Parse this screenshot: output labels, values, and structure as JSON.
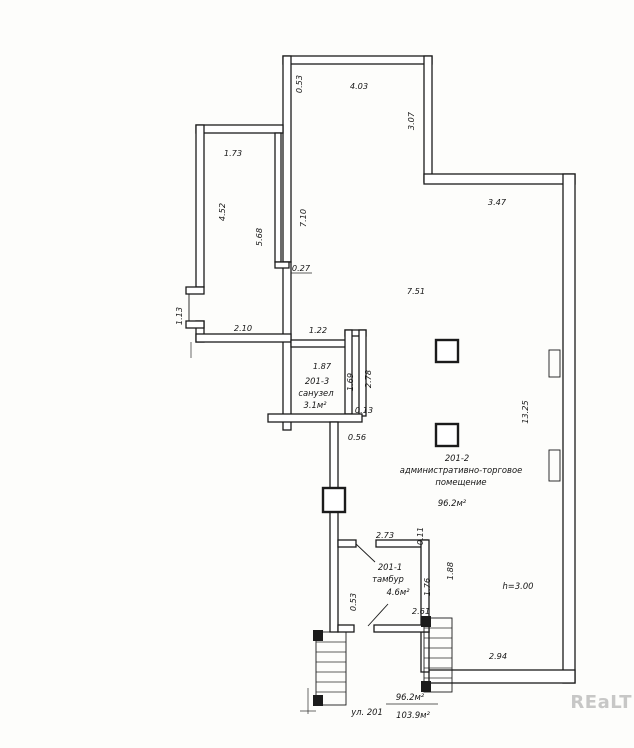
{
  "watermark": "REaLT",
  "rooms": {
    "wc": {
      "id": "201-3",
      "name": "санузел",
      "area": "3.1м²"
    },
    "main": {
      "id": "201-2",
      "name_line1": "административно-торговое",
      "name_line2": "помещение",
      "area": "96.2м²"
    },
    "vestibule": {
      "id": "201-1",
      "name": "тамбур",
      "area": "4.6м²"
    }
  },
  "notes": {
    "ceiling_height": "h=3.00"
  },
  "footer": {
    "street": "ул. 201",
    "area_main": "96.2м²",
    "area_total": "103.9м²"
  },
  "dims": {
    "parapet": "0.53",
    "top_width": "4.03",
    "upper_right_wall": "3.07",
    "tl_room_width": "1.73",
    "tl_room_height": "4.52",
    "corridor_height": "5.68",
    "upper_left_wall": "7.10",
    "upper_right_width": "3.47",
    "wall_jog": "0.27",
    "hall_top_width": "7.51",
    "left_opening": "1.13",
    "corridor_width": "2.10",
    "wc_top_width": "1.22",
    "wc_inner_width": "1.87",
    "wc_inner_height": "1.69",
    "shaft_height": "2.78",
    "wc_wall_thickness": "0.13",
    "wc_bottom_offset": "0.56",
    "right_wall_height": "13.25",
    "vestibule_width": "2.73",
    "vestibule_jog": "0.11",
    "hall_opening": "1.88",
    "vestibule_height": "1.76",
    "vestibule_bottom_width": "2.61",
    "vestibule_wall": "0.53",
    "bottom_width": "2.94"
  }
}
